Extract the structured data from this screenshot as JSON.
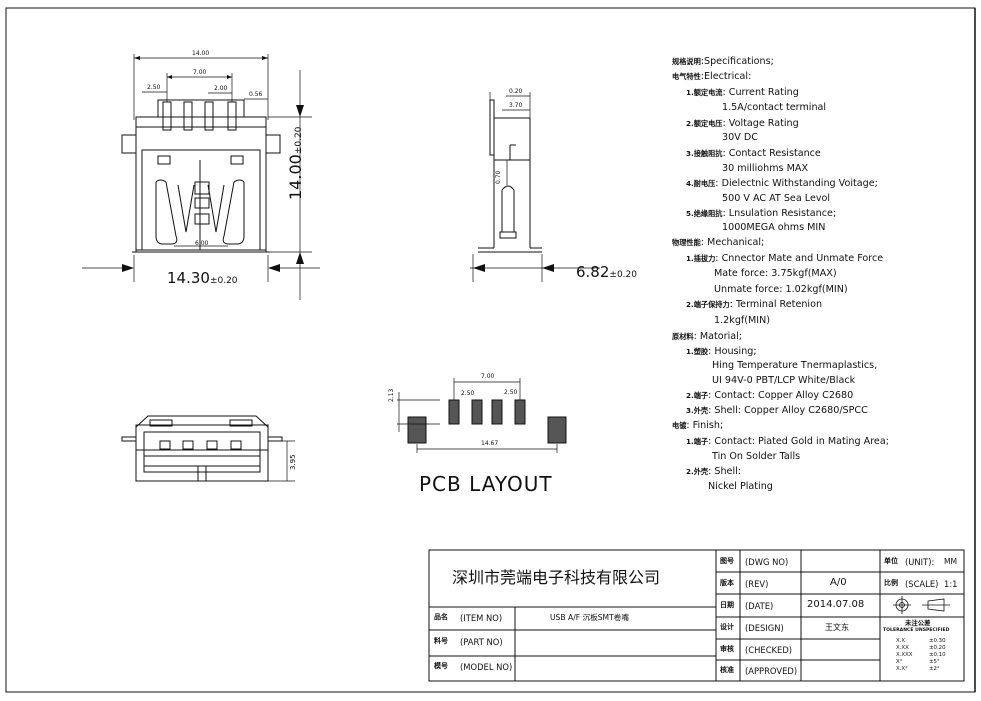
{
  "dims": {
    "top_width": "14.00",
    "pin_span": "7.00",
    "pitch_250": "2.50",
    "pitch_200": "2.00",
    "edge_056": "0.56",
    "height_main": "14.00",
    "height_tol": "±0.20",
    "width_main": "14.30",
    "width_tol": "±0.20",
    "inner_600": "6.00",
    "side_020": "0.20",
    "side_370": "3.70",
    "side_070": "0.70",
    "side_width_main": "6.82",
    "side_width_tol": "±0.20",
    "front_395": "3.95",
    "pcb_213": "2.13",
    "pcb_700": "7.00",
    "pcb_250a": "2.50",
    "pcb_250b": "2.50",
    "pcb_1467": "14.67"
  },
  "pcb_label": "PCB LAYOUT",
  "specs": {
    "title_cn": "规格说明",
    "title": ":Specifications;",
    "electrical_cn": "电气特性",
    "electrical": ":Electrical:",
    "e1_cn": "1.额定电流",
    "e1": ": Current Rating",
    "e1_val": "1.5A/contact terminal",
    "e2_cn": "2.额定电压",
    "e2": ": Voltage Rating",
    "e2_val": "30V DC",
    "e3_cn": "3.接触阻抗",
    "e3": ": Contact Resistance",
    "e3_val": "30 milliohms MAX",
    "e4_cn": "4.耐电压",
    "e4": ": Dielectnic Withstanding Voitage;",
    "e4_val": "500 V AC AT Sea Levol",
    "e5_cn": "5.绝缘阻抗",
    "e5": ": Lnsulation Resistance;",
    "e5_val": "1000MEGA ohms MIN",
    "mechanical_cn": "物理性能",
    "mechanical": ": Mechanical;",
    "m1_cn": "1.插拔力",
    "m1": ": Cnnector Mate and Unmate Force",
    "m1_val1": "Mate force: 3.75kgf(MAX)",
    "m1_val2": "Unmate force: 1.02kgf(MIN)",
    "m2_cn": "2.端子保持力",
    "m2": ": Terminal Retenion",
    "m2_val": "1.2kgf(MIN)",
    "material_cn": "原材料",
    "material": ": Matorial;",
    "t1_cn": "1.塑胶",
    "t1": ": Housing;",
    "t1_val1": "Hing Temperature  Tnermaplastics,",
    "t1_val2": "UI 94V-0  PBT/LCP White/Black",
    "t2_cn": "2.端子",
    "t2": ": Contact: Copper Alloy C2680",
    "t3_cn": "3.外壳",
    "t3": ": Shell: Copper Alloy C2680/SPCC",
    "finish_cn": "电镀",
    "finish": ": Finish;",
    "f1_cn": "1.端子",
    "f1": ": Contact: Piated Gold in Mating Area;",
    "f1_val": "Tin On Solder Talls",
    "f2_cn": "2.外壳",
    "f2": ": Shell:",
    "f2_val": "Nickel Plating"
  },
  "titleblock": {
    "company": "深圳市莞端电子科技有限公司",
    "item_cn": "品名",
    "item": "(ITEM NO)",
    "item_val": "USB A/F 沉板SMT卷嘴",
    "part_cn": "料号",
    "part": "(PART NO)",
    "model_cn": "模号",
    "model": "(MODEL NO)",
    "dwg_cn": "图号",
    "dwg": "(DWG NO)",
    "rev_cn": "版本",
    "rev": "(REV)",
    "rev_val": "A/0",
    "date_cn": "日期",
    "date": "(DATE)",
    "date_val": "2014.07.08",
    "design_cn": "设计",
    "design": "(DESIGN)",
    "design_val": "王文东",
    "checked_cn": "审核",
    "checked": "(CHECKED)",
    "approved_cn": "核准",
    "approved": "(APPROVED)",
    "unit_cn": "单位",
    "unit": "(UNIT):",
    "unit_val": "MM",
    "scale_cn": "比例",
    "scale": "(SCALE)",
    "scale_val": "1:1",
    "tol_cn": "未注公差",
    "tol_title": "TOLERANCE UNSPECIFIED",
    "tol_rows": [
      {
        "k": "X.X",
        "v": "±0.30"
      },
      {
        "k": "X.XX",
        "v": "±0.20"
      },
      {
        "k": "X.XXX",
        "v": "±0.10"
      },
      {
        "k": "X°",
        "v": "±5°"
      },
      {
        "k": "X.X°",
        "v": "±2°"
      }
    ]
  }
}
